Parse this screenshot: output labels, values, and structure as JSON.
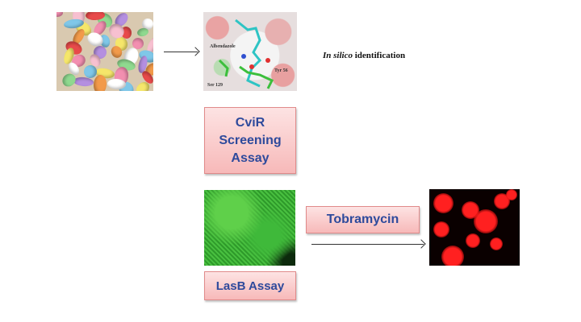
{
  "molecule_labels": {
    "ligand": "Albendazole",
    "residue1": "Tyr 56",
    "residue2": "Ser 129"
  },
  "in_silico": {
    "italic": "In silico",
    "rest": " identification"
  },
  "cvir_box": {
    "line1": "CviR",
    "line2": "Screening",
    "line3": "Assay"
  },
  "lasb_box": {
    "label": "LasB Assay"
  },
  "tobramycin_box": {
    "label": "Tobramycin"
  },
  "colors": {
    "box_text": "#2e4a9c",
    "box_fill": "#f7b9b9",
    "green_stain": "#3fb93a",
    "red_stain": "#ff2020"
  }
}
